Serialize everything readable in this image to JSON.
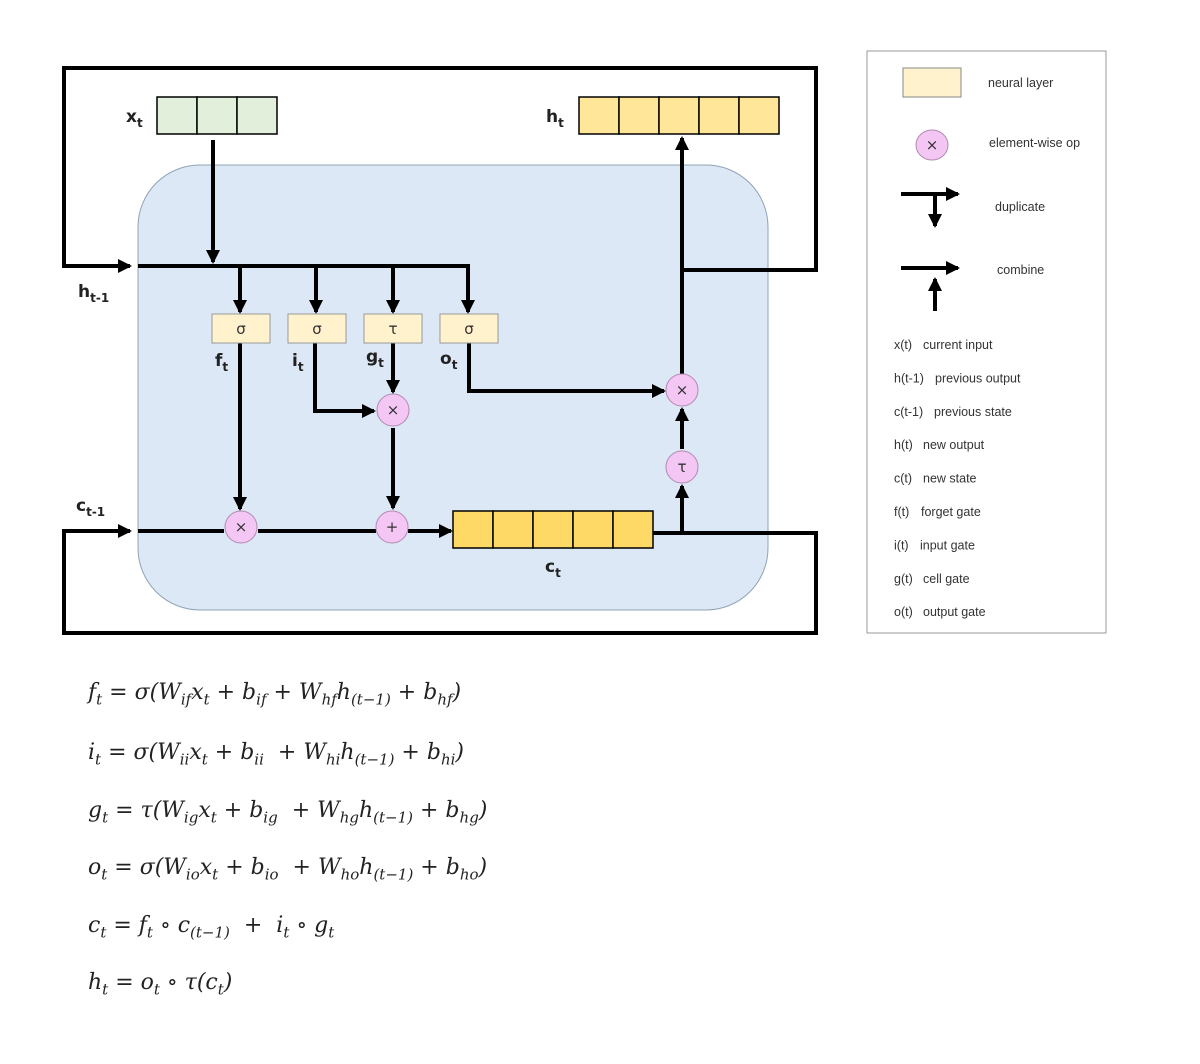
{
  "diagram": {
    "labels": {
      "xt": {
        "base": "x",
        "sub": "t"
      },
      "ht": {
        "base": "h",
        "sub": "t"
      },
      "htm1": {
        "base": "h",
        "sub": "t-1"
      },
      "ctm1": {
        "base": "c",
        "sub": "t-1"
      },
      "ct": {
        "base": "c",
        "sub": "t"
      },
      "ft": {
        "base": "f",
        "sub": "t"
      },
      "it": {
        "base": "i",
        "sub": "t"
      },
      "gt": {
        "base": "g",
        "sub": "t"
      },
      "ot": {
        "base": "o",
        "sub": "t"
      }
    },
    "gates": [
      "σ",
      "σ",
      "τ",
      "σ"
    ],
    "ops": {
      "forget_mul": "×",
      "input_mul": "×",
      "add": "+",
      "tanh": "τ",
      "output_mul": "×"
    },
    "colors": {
      "cell_bg": "#dce8f5",
      "input_vec": "#e2efda",
      "output_vec": "#ffe699",
      "state_vec": "#ffd966",
      "gate": "#fff2cc",
      "op": "#f4c6f4"
    }
  },
  "legend": {
    "neural_layer": "neural layer",
    "element_wise_symbol": "×",
    "element_wise": "element-wise op",
    "duplicate": "duplicate",
    "combine": "combine",
    "terms": [
      {
        "sym": "x(t)",
        "desc": "current input"
      },
      {
        "sym": "h(t-1)",
        "desc": "previous output"
      },
      {
        "sym": "c(t-1)",
        "desc": "previous state"
      },
      {
        "sym": "h(t)",
        "desc": "new output"
      },
      {
        "sym": "c(t)",
        "desc": "new state"
      },
      {
        "sym": "f(t)",
        "desc": "forget gate"
      },
      {
        "sym": "i(t)",
        "desc": "input gate"
      },
      {
        "sym": "g(t)",
        "desc": "cell gate"
      },
      {
        "sym": "o(t)",
        "desc": "output gate"
      }
    ]
  },
  "equations": [
    [
      "f",
      "t",
      " = σ(W",
      "if",
      "x",
      "t",
      " + b",
      "if",
      " + W",
      "hf",
      "h",
      "(t−1)",
      " + b",
      "hf",
      ")"
    ],
    [
      "i",
      "t",
      " = σ(W",
      "ii",
      "x",
      "t",
      " + b",
      "ii",
      "  + W",
      "hi",
      "h",
      "(t−1)",
      " + b",
      "hi",
      ")"
    ],
    [
      "g",
      "t",
      " = τ(W",
      "ig",
      "x",
      "t",
      " + b",
      "ig",
      "  + W",
      "hg",
      "h",
      "(t−1)",
      " + b",
      "hg",
      ")"
    ],
    [
      "o",
      "t",
      " = σ(W",
      "io",
      "x",
      "t",
      " + b",
      "io",
      "  + W",
      "ho",
      "h",
      "(t−1)",
      " + b",
      "ho",
      ")"
    ],
    [
      "c",
      "t",
      " = f",
      "t",
      " ∘ c",
      "(t−1)",
      "  +  i",
      "t",
      " ∘ g",
      "t"
    ],
    [
      "h",
      "t",
      " = o",
      "t",
      " ∘ τ(c",
      "t",
      ")"
    ]
  ]
}
